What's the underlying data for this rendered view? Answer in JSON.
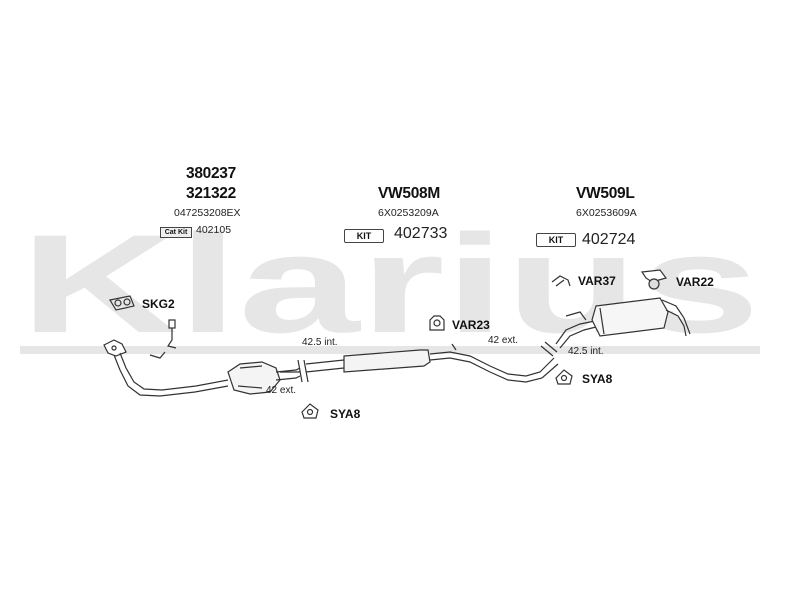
{
  "watermark": "Klarius",
  "groups": [
    {
      "part_numbers": [
        "380237",
        "321322"
      ],
      "oe_number": "047253208EX",
      "kit_label": "Cat Kit",
      "kit_number": "402105"
    },
    {
      "part_numbers": [
        "VW508M"
      ],
      "oe_number": "6X0253209A",
      "kit_label": "KIT",
      "kit_number": "402733"
    },
    {
      "part_numbers": [
        "VW509L"
      ],
      "oe_number": "6X0253609A",
      "kit_label": "KIT",
      "kit_number": "402724"
    }
  ],
  "fittings": {
    "skg2": "SKG2",
    "var23": "VAR23",
    "var37": "VAR37",
    "var22": "VAR22",
    "sya8_front": "SYA8",
    "sya8_rear": "SYA8"
  },
  "dimensions": {
    "front_int": "42.5 int.",
    "front_ext": "42 ext.",
    "rear_ext": "42 ext.",
    "rear_int": "42.5 int."
  },
  "colors": {
    "watermark": "#e6e6e6",
    "line": "#333333"
  }
}
